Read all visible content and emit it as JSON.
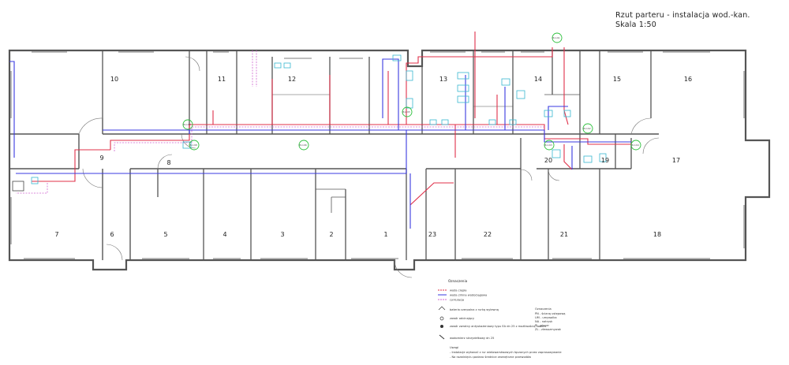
{
  "header": {
    "title_line1": "Rzut parteru - instalacja wod.-kan.",
    "title_line2": "Skala 1:50"
  },
  "rooms": [
    {
      "id": "10",
      "label": "10"
    },
    {
      "id": "11",
      "label": "11"
    },
    {
      "id": "12",
      "label": "12"
    },
    {
      "id": "13",
      "label": "13"
    },
    {
      "id": "14",
      "label": "14"
    },
    {
      "id": "15",
      "label": "15"
    },
    {
      "id": "16",
      "label": "16"
    },
    {
      "id": "9",
      "label": "9"
    },
    {
      "id": "8",
      "label": "8"
    },
    {
      "id": "20",
      "label": "20"
    },
    {
      "id": "19",
      "label": "19"
    },
    {
      "id": "17",
      "label": "17"
    },
    {
      "id": "7",
      "label": "7"
    },
    {
      "id": "6",
      "label": "6"
    },
    {
      "id": "5",
      "label": "5"
    },
    {
      "id": "4",
      "label": "4"
    },
    {
      "id": "3",
      "label": "3"
    },
    {
      "id": "2",
      "label": "2"
    },
    {
      "id": "1",
      "label": "1"
    },
    {
      "id": "23",
      "label": "23"
    },
    {
      "id": "22",
      "label": "22"
    },
    {
      "id": "21",
      "label": "21"
    },
    {
      "id": "18",
      "label": "18"
    }
  ],
  "risers": [
    "Pion K1",
    "Pion K2",
    "Pion K3",
    "Pion K4",
    "Pion K5",
    "Pion K6",
    "Pion K7",
    "Pion K8"
  ],
  "legend": {
    "heading": "Oznaczenia",
    "lines": [
      {
        "label": "woda ciepła",
        "color": "#e0304a"
      },
      {
        "label": "woda zimna wodociągowa",
        "color": "#3a3ae0"
      },
      {
        "label": "cyrkulacja",
        "color": "#d066d0"
      }
    ],
    "symbols": [
      "bateria czerpalna z rurką wylewną",
      "zawór odcinający",
      "zawór zwrotny antyskażeniowy typu EA dn 25 z możliwością naboru",
      "wodomierz skrzydełkowy dn 25"
    ],
    "abbrev_heading": "Oznaczenia",
    "abbrev": [
      "PN - ścianą ustępową",
      "UM - umywalka",
      "NA - natrysk",
      "PI - pisuar",
      "ZL - zlewozmywak"
    ],
    "notes_heading": "Uwagi",
    "notes": [
      "- Instalacje wykonać z rur wielowarstwowych łączonych przez zaprasowywanie",
      "- Na rozwinięciu podano średnice zewnętrzne przewodów"
    ]
  },
  "colors": {
    "wall": "#555555",
    "hot": "#e0304a",
    "cold": "#3a3ae0",
    "circulation": "#d066d0",
    "riser": "#2bbf3a",
    "fixture": "#38b8d0"
  }
}
